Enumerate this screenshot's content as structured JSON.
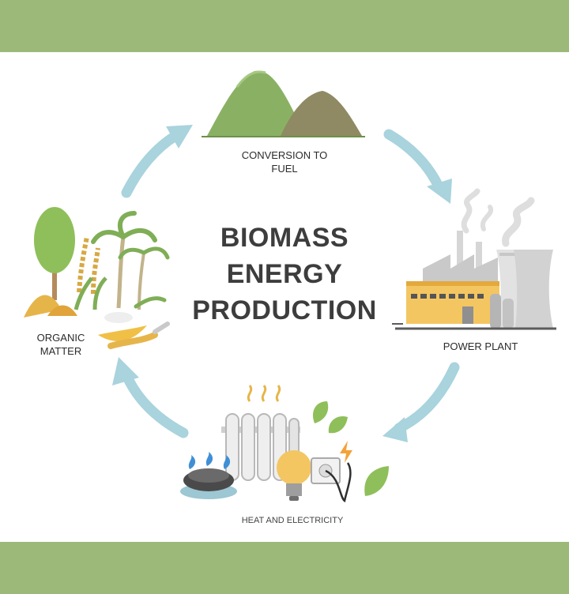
{
  "title": {
    "line1": "BIOMASS",
    "line2": "ENERGY",
    "line3": "PRODUCTION"
  },
  "stages": {
    "fuel": {
      "line1": "CONVERSION TO",
      "line2": "FUEL"
    },
    "power": {
      "line1": "POWER PLANT"
    },
    "heat": {
      "line1": "HEAT AND ELECTRICITY"
    },
    "organic": {
      "line1": "ORGANIC",
      "line2": "MATTER"
    }
  },
  "colors": {
    "band": "#9cb97a",
    "arrow": "#a9d3dd",
    "title": "#3d3d3d",
    "leaf_green": "#7fae56",
    "straw": "#e6b54a",
    "plant_wall": "#f3c662"
  },
  "icons": [
    "mountains-icon",
    "power-plant-icon",
    "radiator-icon",
    "stove-icon",
    "lightbulb-icon",
    "outlet-icon",
    "tree-icon",
    "palm-icon",
    "grain-icon",
    "leaf-icon"
  ]
}
